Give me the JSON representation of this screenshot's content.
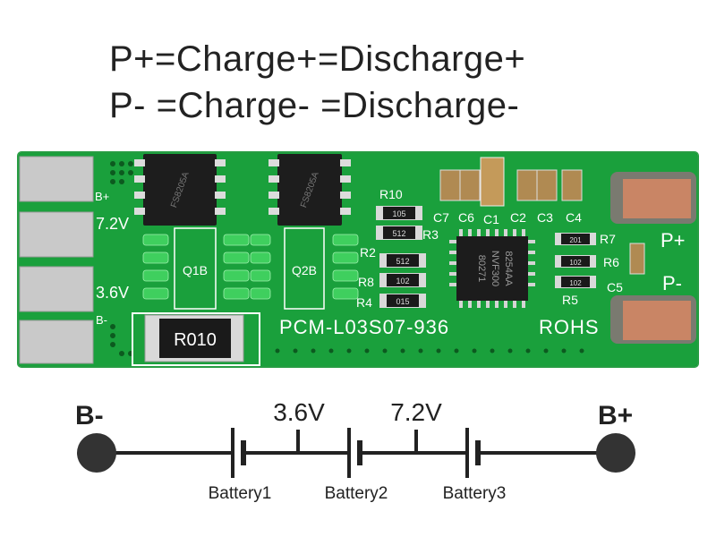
{
  "heading": {
    "line1": "P+=Charge+=Discharge+",
    "line2": "P- =Charge- =Discharge-"
  },
  "board": {
    "color": "#1aa03c",
    "model_text": "PCM-L03S07-936",
    "rohs_text": "ROHS",
    "shunt_label": "R010",
    "pad_labels": {
      "b_plus": "B+",
      "v72": "7.2V",
      "v36": "3.6V",
      "b_minus": "B-"
    },
    "output_labels": {
      "p_plus": "P+",
      "p_minus": "P-"
    },
    "mosfets": [
      {
        "label": "Q1B",
        "marking": "FS8205A"
      },
      {
        "label": "Q2B",
        "marking": "FS8205A"
      }
    ],
    "ic_marking": [
      "8254AA",
      "NVF300",
      "80271"
    ],
    "refs": {
      "r10": "R10",
      "r2": "R2",
      "r3": "R3",
      "r8": "R8",
      "r4": "R4",
      "r5": "R5",
      "r6": "R6",
      "r7": "R7",
      "c1": "C1",
      "c2": "C2",
      "c3": "C3",
      "c4": "C4",
      "c5": "C5",
      "c6": "C6",
      "c7": "C7"
    },
    "resistor_codes": {
      "r10": "105",
      "r3": "512",
      "r2": "512",
      "r8": "102",
      "r4": "015",
      "r7": "201",
      "r6": "102",
      "r5": "102"
    }
  },
  "schematic": {
    "left_terminal": "B-",
    "right_terminal": "B+",
    "taps": [
      "3.6V",
      "7.2V"
    ],
    "batteries": [
      "Battery1",
      "Battery2",
      "Battery3"
    ]
  }
}
